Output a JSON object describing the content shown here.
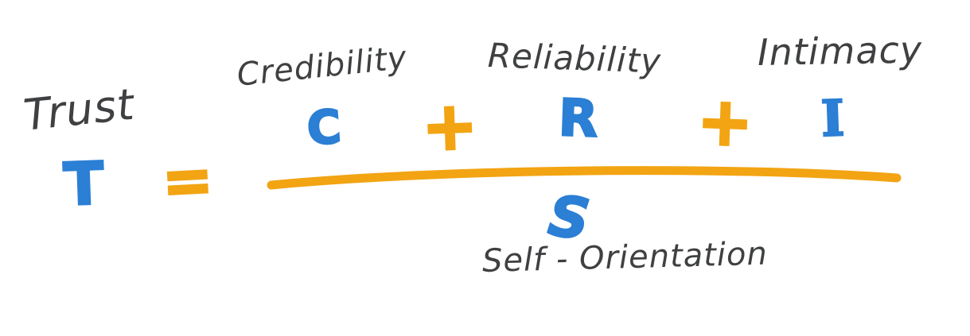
{
  "colors": {
    "ink": "#3F4042",
    "blue": "#2B7FD4",
    "orange": "#F2A413",
    "background": "#FFFFFF"
  },
  "equation": {
    "lhs": {
      "label": "Trust",
      "symbol": "T"
    },
    "equals_sign": "=",
    "numerator": {
      "operator": "+",
      "terms": [
        {
          "label": "Credibility",
          "symbol": "C"
        },
        {
          "label": "Reliability",
          "symbol": "R"
        },
        {
          "label": "Intimacy",
          "symbol": "I"
        }
      ]
    },
    "denominator": {
      "label": "Self - Orientation",
      "symbol": "S"
    }
  }
}
